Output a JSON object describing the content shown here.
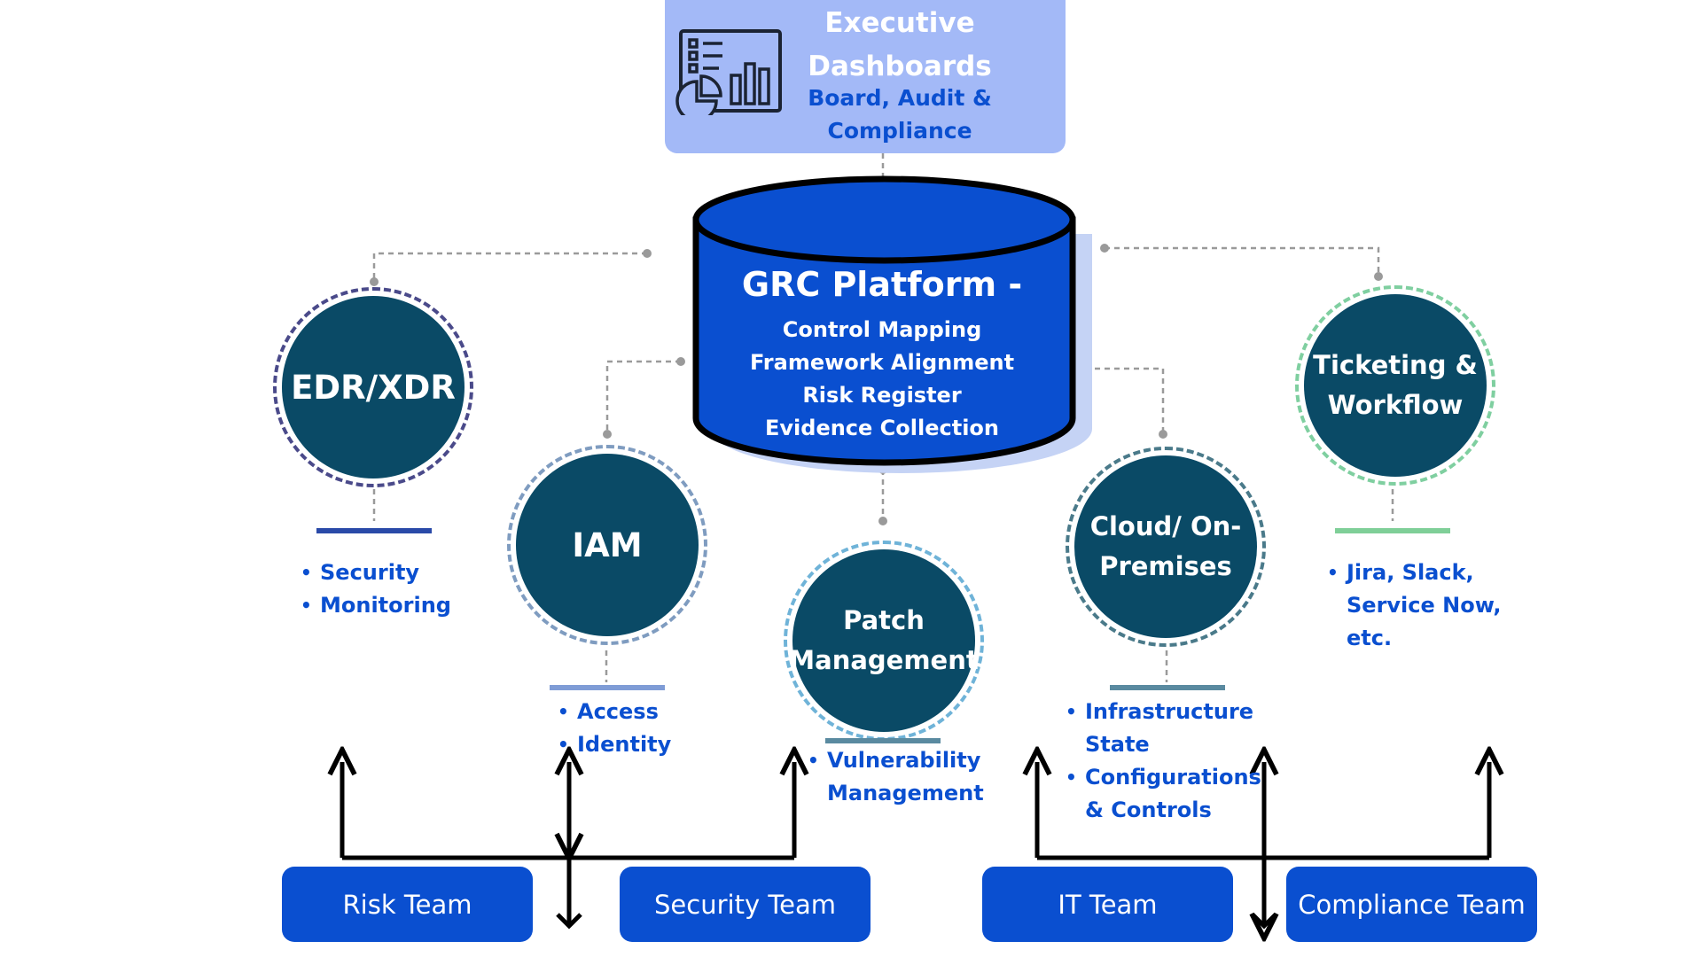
{
  "executive": {
    "title_line1": "Executive",
    "title_line2": "Dashboards",
    "sub_line1": "Board, Audit &",
    "sub_line2": "Compliance"
  },
  "platform": {
    "title": "GRC Platform -",
    "lines": [
      "Control Mapping",
      "Framework Alignment",
      "Risk Register",
      "Evidence Collection"
    ]
  },
  "nodes": {
    "edr": {
      "label": "EDR/XDR",
      "bullets": [
        "Security",
        "Monitoring"
      ]
    },
    "iam": {
      "label": "IAM",
      "bullets": [
        "Access",
        "Identity"
      ]
    },
    "patch": {
      "label_line1": "Patch",
      "label_line2": "Management",
      "bullets": [
        "Vulnerability",
        "Management"
      ]
    },
    "cloud": {
      "label_line1": "Cloud/ On-",
      "label_line2": "Premises",
      "bullets": [
        "Infrastructure",
        "State",
        "Configurations",
        "& Controls"
      ]
    },
    "ticket": {
      "label_line1": "Ticketing &",
      "label_line2": "Workflow",
      "bullets": [
        "Jira, Slack,",
        "Service Now,",
        "etc."
      ]
    }
  },
  "teams": [
    "Risk Team",
    "Security Team",
    "IT Team",
    "Compliance Team"
  ],
  "colors": {
    "node_fill": "#0a4a66",
    "platform_fill": "#0a4fd0",
    "team_fill": "#0a4fd0",
    "executive_fill": "#a3b9f7",
    "bullet_text": "#0a4fd0"
  }
}
